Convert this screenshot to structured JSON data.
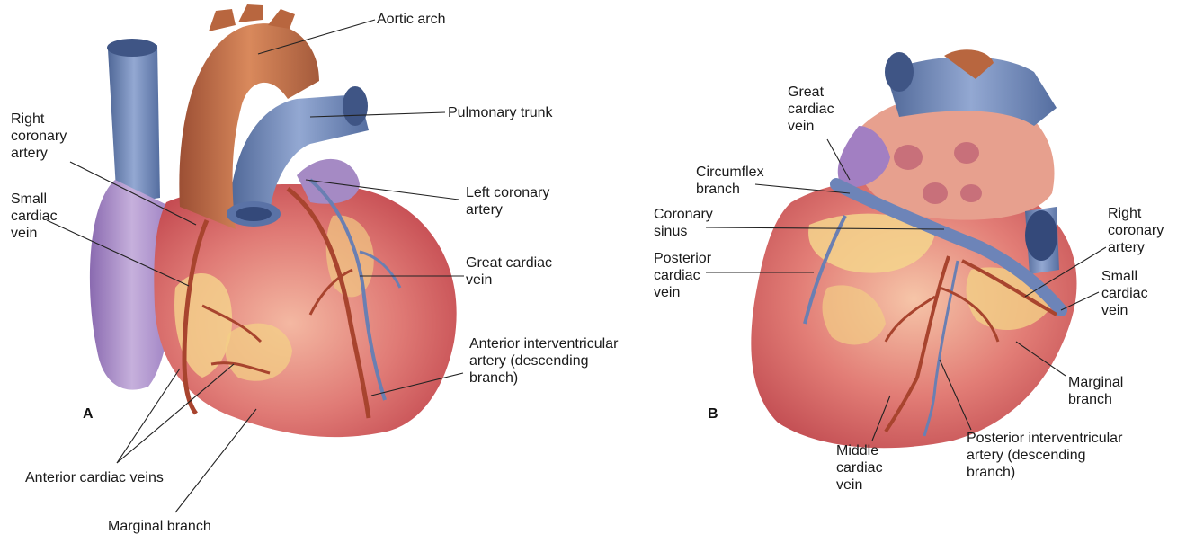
{
  "panels": {
    "a": "A",
    "b": "B"
  },
  "labels_a": {
    "aortic_arch": "Aortic arch",
    "pulmonary_trunk": "Pulmonary trunk",
    "right_coronary_artery": "Right\ncoronary\nartery",
    "small_cardiac_vein": "Small\ncardiac\nvein",
    "left_coronary_artery": "Left coronary\nartery",
    "great_cardiac_vein": "Great cardiac\nvein",
    "anterior_interventricular_artery": "Anterior interventricular\nartery (descending\nbranch)",
    "anterior_cardiac_veins": "Anterior cardiac veins",
    "marginal_branch": "Marginal branch"
  },
  "labels_b": {
    "great_cardiac_vein": "Great\ncardiac\nvein",
    "circumflex_branch": "Circumflex\nbranch",
    "coronary_sinus": "Coronary\nsinus",
    "posterior_cardiac_vein": "Posterior\ncardiac\nvein",
    "right_coronary_artery": "Right\ncoronary\nartery",
    "small_cardiac_vein": "Small\ncardiac\nvein",
    "marginal_branch": "Marginal\nbranch",
    "middle_cardiac_vein": "Middle\ncardiac\nvein",
    "posterior_interventricular_artery": "Posterior interventricular\nartery (descending\nbranch)"
  },
  "colors": {
    "myocardium": "#d96a6a",
    "myocardium_light": "#f2b39b",
    "fat": "#f4d48a",
    "aorta": "#c9784f",
    "vein_blue": "#6f86b8",
    "vein_purple": "#a98cc4",
    "artery": "#b5523a",
    "leader": "#222222"
  }
}
